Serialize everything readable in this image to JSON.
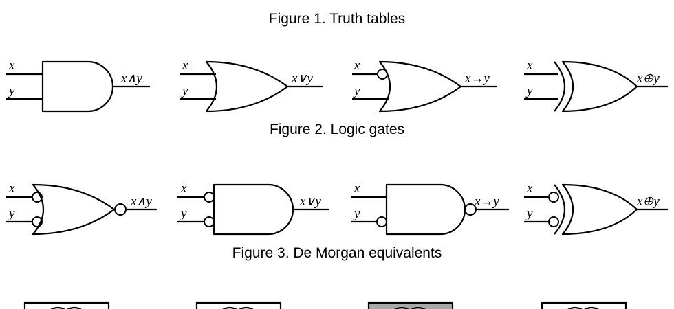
{
  "figures": {
    "fig1_title": "Figure 1.  Truth tables",
    "fig2_title": "Figure 2.  Logic gates",
    "fig3_title": "Figure 3.  De Morgan equivalents"
  },
  "inputs": {
    "x": "x",
    "y": "y"
  },
  "gates_fig2": [
    {
      "type": "and",
      "output_label": "x∧y"
    },
    {
      "type": "or",
      "output_label": "x∨y"
    },
    {
      "type": "implication",
      "output_label": "x→y"
    },
    {
      "type": "xor",
      "output_label": "x⊕y"
    }
  ],
  "gates_fig3": [
    {
      "type": "nor-with-inverted-inputs",
      "output_label": "x∧y"
    },
    {
      "type": "nand-with-inverted-inputs",
      "output_label": "x∨y"
    },
    {
      "type": "nand-with-inverted-y",
      "output_label": "x→y"
    },
    {
      "type": "xor-with-inverted-inputs",
      "output_label": "x⊕y"
    }
  ],
  "truth_tables": [
    {
      "shaded": false
    },
    {
      "shaded": false
    },
    {
      "shaded": true
    },
    {
      "shaded": false
    }
  ],
  "colors": {
    "line": "#000000",
    "background": "#ffffff",
    "shaded_table": "#a8a8a8"
  }
}
